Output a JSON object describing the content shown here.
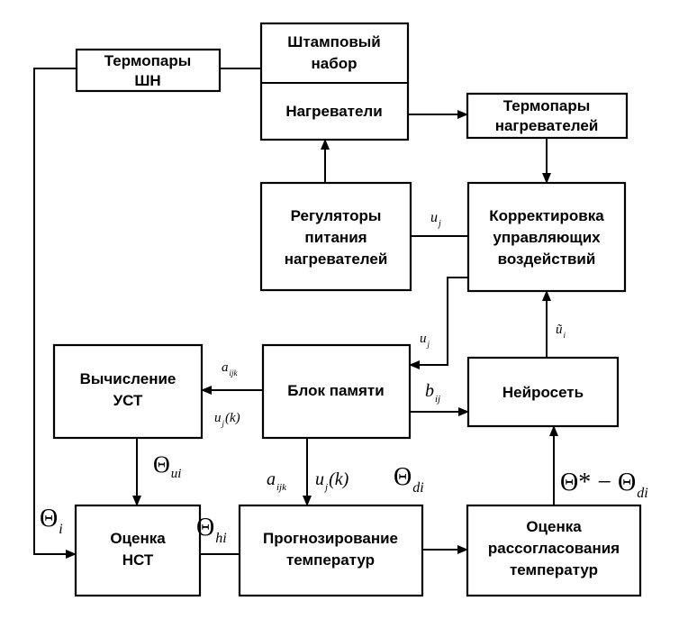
{
  "blocks": {
    "thermocouples_die": [
      "Термопары",
      "ШН"
    ],
    "die_set": [
      "Штамповый",
      "набор"
    ],
    "heaters": "Нагреватели",
    "thermocouples_heaters": [
      "Термопары",
      "нагревателей"
    ],
    "power_regulators": [
      "Регуляторы",
      "питания",
      "нагревателей"
    ],
    "correction": [
      "Корректировка",
      "управляющих",
      "воздействий"
    ],
    "calc_ust": [
      "Вычисление",
      "УСТ"
    ],
    "memory": "Блок памяти",
    "neural_net": "Нейросеть",
    "estimate_nst": [
      "Оценка",
      "НСТ"
    ],
    "forecast": [
      "Прогнозирование",
      "температур"
    ],
    "mismatch": [
      "Оценка",
      "рассогласования",
      "температур"
    ]
  },
  "signals": {
    "u_j_1": {
      "base": "u",
      "sub": "j"
    },
    "u_j_2": {
      "base": "u",
      "sub": "j"
    },
    "u_tilde": {
      "base": "ũ",
      "sub": "i"
    },
    "a_ijk_1": {
      "base": "a",
      "sub": "ijk"
    },
    "u_jk_1": {
      "base": "u",
      "sub": "j",
      "tail": "(k)"
    },
    "b_ij": {
      "base": "b",
      "sub": "ij"
    },
    "theta_ui": {
      "base": "Θ",
      "sub": "ui"
    },
    "a_ijk_2": {
      "base": "a",
      "sub": "ijk"
    },
    "u_jk_2": {
      "base": "u",
      "sub": "j",
      "tail": "(k)"
    },
    "theta_di": {
      "base": "Θ",
      "sub": "di"
    },
    "theta_diff": {
      "base": "Θ",
      "mid": "* − Θ",
      "sub": "di"
    },
    "theta_i": {
      "base": "Θ",
      "sub": "i"
    },
    "theta_hi": {
      "base": "Θ",
      "sub": "hi"
    }
  }
}
